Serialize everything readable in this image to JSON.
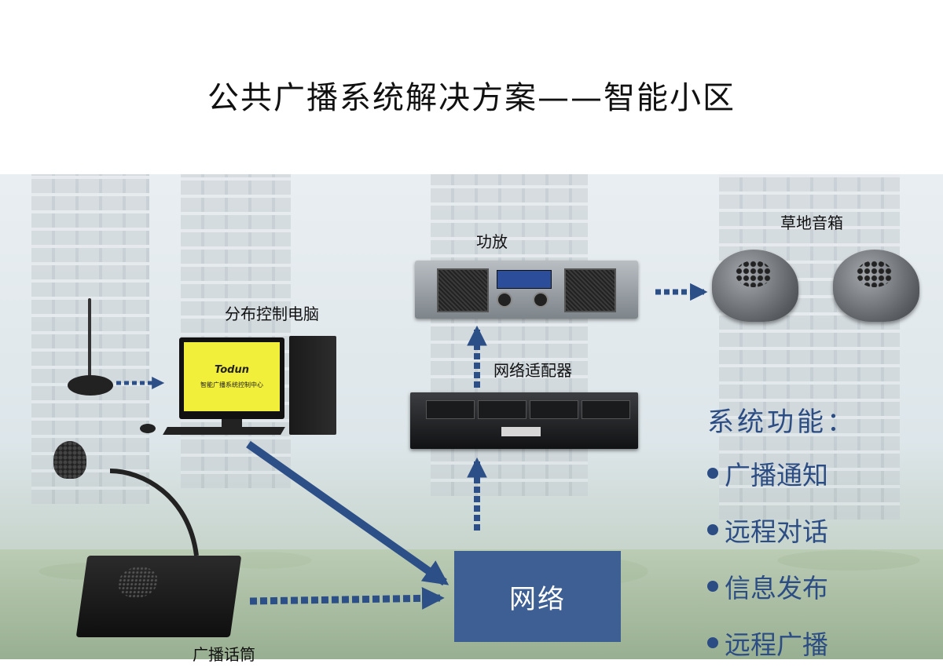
{
  "title": "公共广播系统解决方案——智能小区",
  "devices": {
    "amplifier_label": "功放",
    "speaker_label": "草地音箱",
    "computer_label": "分布控制电脑",
    "adapter_label": "网络适配器",
    "console_label": "广播话筒",
    "network_label": "网络"
  },
  "screen": {
    "brand": "Todun",
    "caption": "智能广播系统控制中心"
  },
  "features": {
    "heading": "系统功能：",
    "items": [
      "广播通知",
      "远程对话",
      "信息发布",
      "远程广播"
    ]
  },
  "colors": {
    "accent": "#2c4d84",
    "network_box": "#3e5f93",
    "screen": "#f2ef3a"
  }
}
